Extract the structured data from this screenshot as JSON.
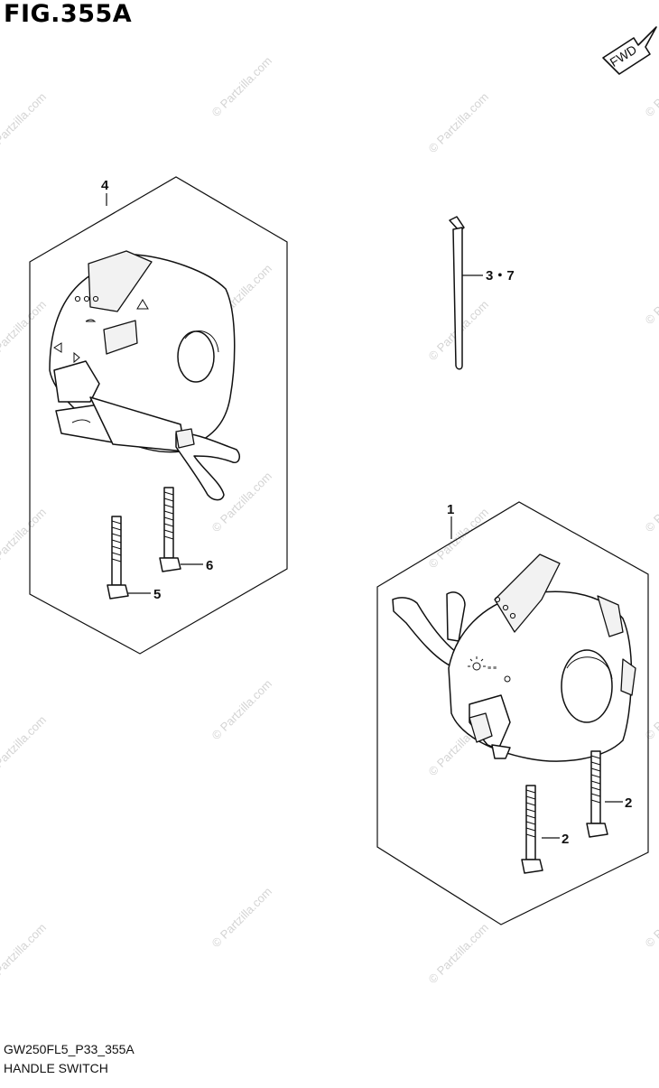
{
  "figure": {
    "title": "FIG.355A"
  },
  "footer": {
    "code": "GW250FL5_P33_355A",
    "name": "HANDLE SWITCH"
  },
  "badge": {
    "label": "FWD"
  },
  "watermark": {
    "text": "© Partzilla.com"
  },
  "callouts": [
    {
      "id": "4",
      "label": "4"
    },
    {
      "id": "3-7",
      "label": "3・7"
    },
    {
      "id": "6",
      "label": "6"
    },
    {
      "id": "5",
      "label": "5"
    },
    {
      "id": "1",
      "label": "1"
    },
    {
      "id": "2a",
      "label": "2"
    },
    {
      "id": "2b",
      "label": "2"
    }
  ],
  "colors": {
    "ink": "#111111",
    "watermark": "#d4d4d4",
    "background": "#ffffff"
  }
}
